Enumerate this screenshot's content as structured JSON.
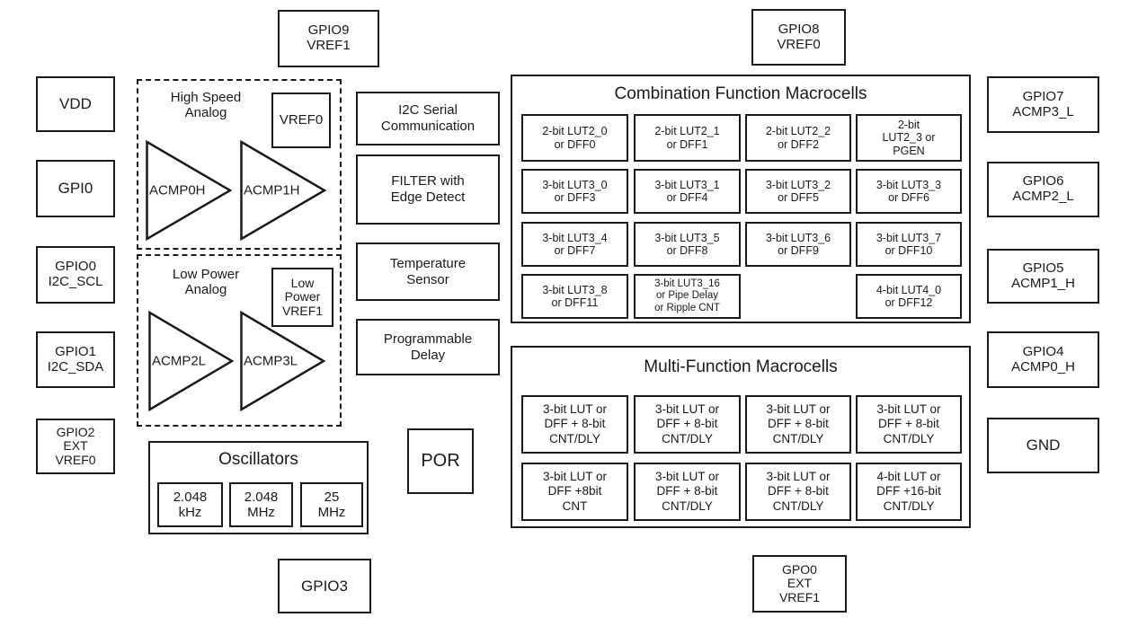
{
  "ports": {
    "top": [
      "GPIO9\nVREF1",
      "GPIO8\nVREF0"
    ],
    "left": [
      "VDD",
      "GPI0",
      "GPIO0\nI2C_SCL",
      "GPIO1\nI2C_SDA",
      "GPIO2\nEXT\nVREF0"
    ],
    "right": [
      "GPIO7\nACMP3_L",
      "GPIO6\nACMP2_L",
      "GPIO5\nACMP1_H",
      "GPIO4\nACMP0_H",
      "GND"
    ],
    "bottom": [
      "GPIO3",
      "GPO0\nEXT\nVREF1"
    ]
  },
  "analog": {
    "high_speed": {
      "title": "High Speed\nAnalog",
      "vref": "VREF0",
      "comparators": [
        "ACMP0H",
        "ACMP1H"
      ]
    },
    "low_power": {
      "title": "Low Power\nAnalog",
      "vref": "Low\nPower\nVREF1",
      "comparators": [
        "ACMP2L",
        "ACMP3L"
      ]
    }
  },
  "functions": [
    "I2C Serial\nCommunication",
    "FILTER with\nEdge Detect",
    "Temperature\nSensor",
    "Programmable\nDelay"
  ],
  "por": "POR",
  "oscillators": {
    "title": "Oscillators",
    "items": [
      "2.048\nkHz",
      "2.048\nMHz",
      "25\nMHz"
    ]
  },
  "combination": {
    "title": "Combination Function Macrocells",
    "cells": [
      "2-bit LUT2_0\nor DFF0",
      "2-bit LUT2_1\nor DFF1",
      "2-bit LUT2_2\nor DFF2",
      "2-bit\nLUT2_3 or\nPGEN",
      "3-bit LUT3_0\nor DFF3",
      "3-bit LUT3_1\nor DFF4",
      "3-bit LUT3_2\nor DFF5",
      "3-bit LUT3_3\nor DFF6",
      "3-bit LUT3_4\nor DFF7",
      "3-bit LUT3_5\nor DFF8",
      "3-bit LUT3_6\nor DFF9",
      "3-bit LUT3_7\nor DFF10",
      "3-bit LUT3_8\nor DFF11",
      "3-bit LUT3_16\nor Pipe Delay\nor Ripple CNT",
      null,
      "4-bit LUT4_0\nor DFF12"
    ]
  },
  "multifunction": {
    "title": "Multi-Function Macrocells",
    "cells": [
      "3-bit LUT or\nDFF + 8-bit\nCNT/DLY",
      "3-bit LUT or\nDFF + 8-bit\nCNT/DLY",
      "3-bit LUT or\nDFF + 8-bit\nCNT/DLY",
      "3-bit LUT or\nDFF + 8-bit\nCNT/DLY",
      "3-bit LUT or\nDFF +8bit\nCNT",
      "3-bit LUT or\nDFF + 8-bit\nCNT/DLY",
      "3-bit LUT or\nDFF + 8-bit\nCNT/DLY",
      "4-bit LUT or\nDFF +16-bit\nCNT/DLY"
    ]
  },
  "colors": {
    "line": "#1a1a1a",
    "background": "#ffffff"
  }
}
